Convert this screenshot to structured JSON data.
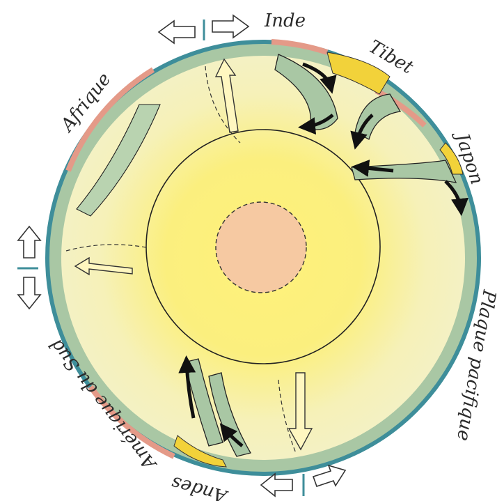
{
  "labels": {
    "inde": "Inde",
    "tibet": "Tibet",
    "japon": "Japon",
    "afrique": "Afrique",
    "amerique_du_sud": "Amérique du Sud",
    "andes": "Andes",
    "plaque_pacifique": "Plaque pacifique"
  },
  "colors": {
    "mantle": "#f4f2c4",
    "core_glow": "#fff06a",
    "inner_core": "#f6c9a2",
    "plate": "#a9c7a4",
    "plate_dark": "#6f9c86",
    "continent": "#e49a88",
    "oceanic_edge": "#3e8e9a",
    "mountain": "#f2d23a",
    "arrow": "#111111"
  }
}
